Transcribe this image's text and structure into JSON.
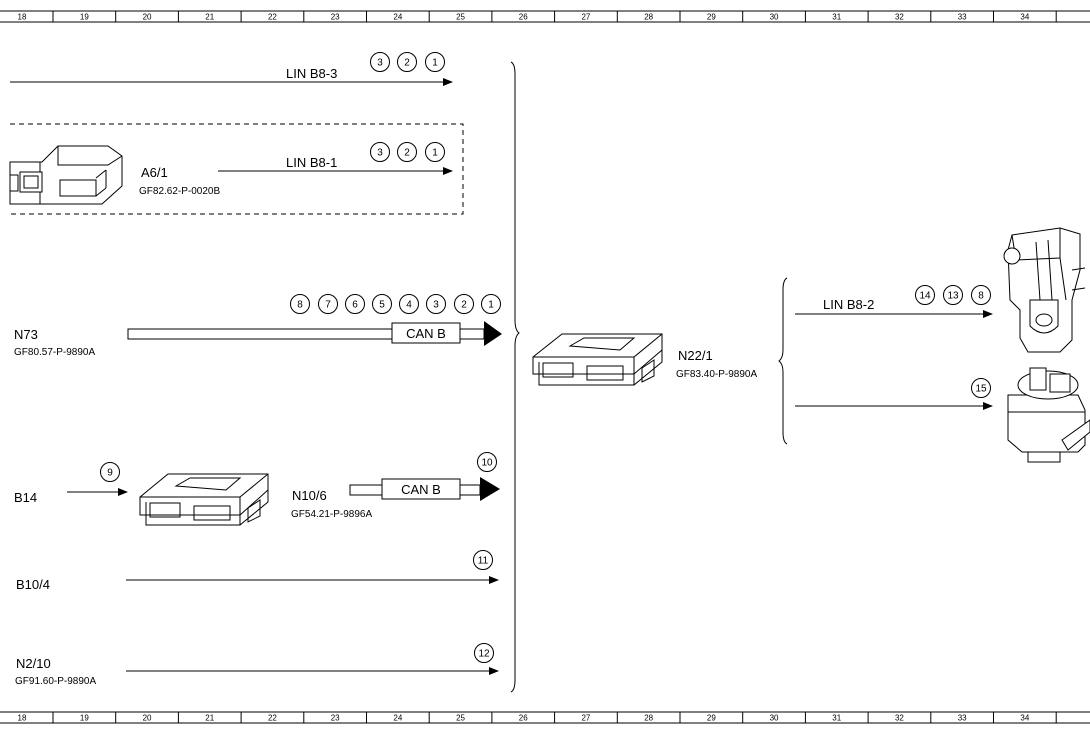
{
  "ruler": {
    "columns": [
      "18",
      "19",
      "20",
      "21",
      "22",
      "23",
      "24",
      "25",
      "26",
      "27",
      "28",
      "29",
      "30",
      "31",
      "32",
      "33",
      "34"
    ]
  },
  "signals": {
    "lin_b8_3": {
      "label": "LIN B8-3",
      "numbers": [
        "3",
        "2",
        "1"
      ]
    },
    "lin_b8_1": {
      "label": "LIN B8-1",
      "numbers": [
        "3",
        "2",
        "1"
      ]
    },
    "can_n73": {
      "label": "CAN B",
      "numbers": [
        "8",
        "7",
        "6",
        "5",
        "4",
        "3",
        "2",
        "1"
      ]
    },
    "b14": {
      "numbers": [
        "9"
      ]
    },
    "can_n10": {
      "label": "CAN B",
      "numbers": [
        "10"
      ]
    },
    "b10": {
      "numbers": [
        "11"
      ]
    },
    "n2": {
      "numbers": [
        "12"
      ]
    },
    "lin_b8_2": {
      "label": "LIN B8-2",
      "numbers": [
        "14",
        "13",
        "8"
      ]
    },
    "out15": {
      "numbers": [
        "15"
      ]
    }
  },
  "components": {
    "a6_1": {
      "name": "A6/1",
      "code": "GF82.62-P-0020B"
    },
    "n73": {
      "name": "N73",
      "code": "GF80.57-P-9890A"
    },
    "b14": {
      "name": "B14"
    },
    "n10_6": {
      "name": "N10/6",
      "code": "GF54.21-P-9896A"
    },
    "b10_4": {
      "name": "B10/4"
    },
    "n2_10": {
      "name": "N2/10",
      "code": "GF91.60-P-9890A"
    },
    "n22_1": {
      "name": "N22/1",
      "code": "GF83.40-P-9890A"
    }
  }
}
